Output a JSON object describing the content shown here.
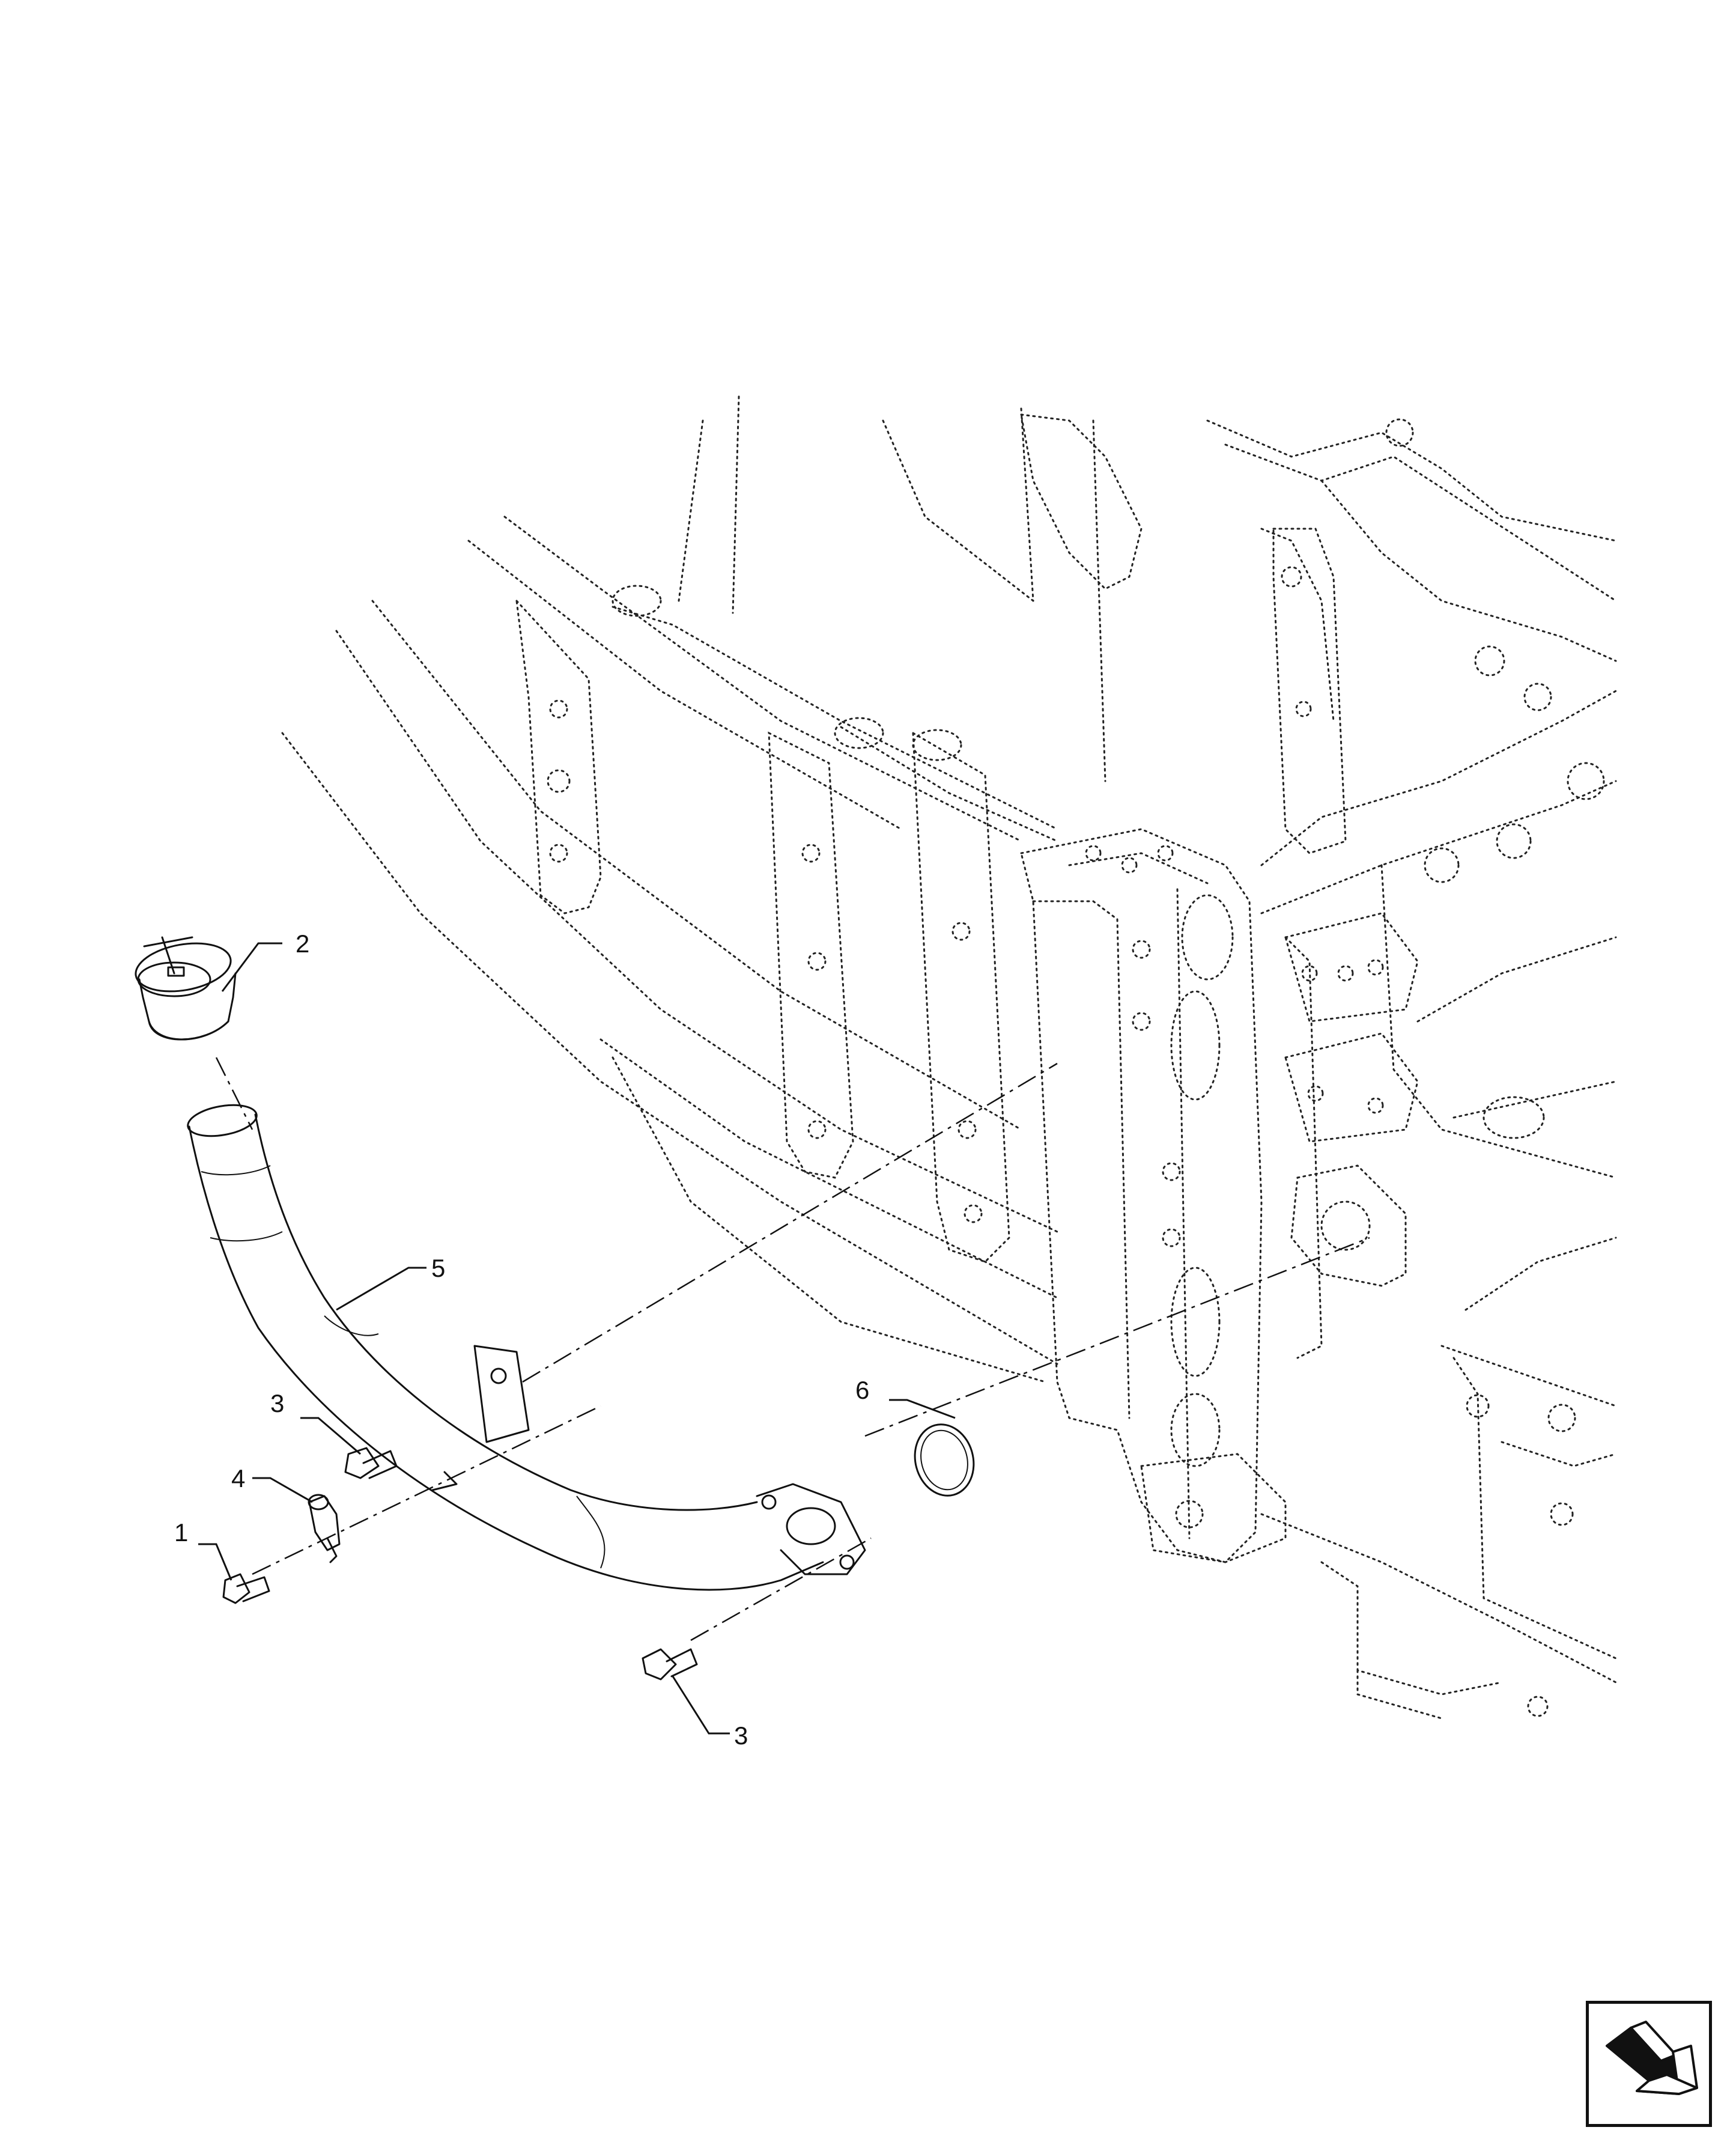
{
  "callouts": {
    "item_1": "1",
    "item_2": "2",
    "item_3_upper": "3",
    "item_3_lower": "3",
    "item_4": "4",
    "item_5": "5",
    "item_6": "6"
  },
  "nav_icon": "return-arrow-icon",
  "colors": {
    "line": "#111111",
    "background": "#ffffff"
  }
}
